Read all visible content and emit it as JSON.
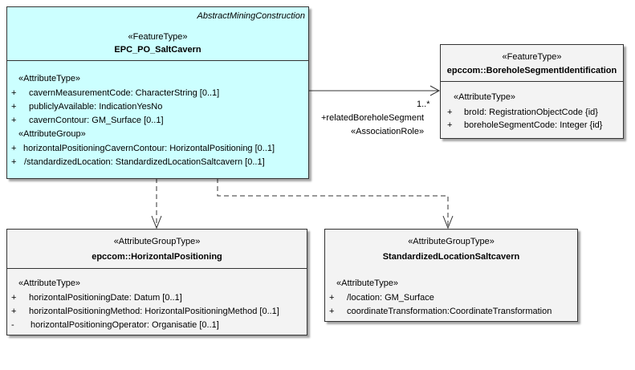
{
  "colors": {
    "main_fill": "#ccffff",
    "side_fill": "#f3f3f3",
    "line": "#333333"
  },
  "classes": {
    "saltcavern": {
      "abstract_name": "AbstractMiningConstruction",
      "stereotype": "«FeatureType»",
      "name": "EPC_PO_SaltCavern",
      "section1_title": "«AttributeType»",
      "attributes1": [
        {
          "vis": "+",
          "text": "cavernMeasurementCode: CharacterString [0..1]"
        },
        {
          "vis": "+",
          "text": "publiclyAvailable: IndicationYesNo"
        },
        {
          "vis": "+",
          "text": "cavernContour: GM_Surface [0..1]"
        }
      ],
      "section2_title": "«AttributeGroup»",
      "attributes2": [
        {
          "vis": "+",
          "text": "horizontalPositioningCavernContour: HorizontalPositioning [0..1]"
        },
        {
          "vis": "+",
          "text": "/standardizedLocation: StandardizedLocationSaltcavern [0..1]"
        }
      ]
    },
    "borehole": {
      "stereotype": "«FeatureType»",
      "name": "epccom::BoreholeSegmentIdentification",
      "section_title": "«AttributeType»",
      "attributes": [
        {
          "vis": "+",
          "text": "broId: RegistrationObjectCode {id}"
        },
        {
          "vis": "+",
          "text": "boreholeSegmentCode: Integer {id}"
        }
      ]
    },
    "horizontal": {
      "stereotype": "«AttributeGroupType»",
      "name": "epccom::HorizontalPositioning",
      "section_title": "«AttributeType»",
      "attributes": [
        {
          "vis": "+",
          "text": "horizontalPositioningDate: Datum [0..1]"
        },
        {
          "vis": "+",
          "text": "horizontalPositioningMethod: HorizontalPositioningMethod [0..1]"
        },
        {
          "vis": "-",
          "text": "horizontalPositioningOperator: Organisatie [0..1]"
        }
      ]
    },
    "standardized": {
      "stereotype": "«AttributeGroupType»",
      "name": "StandardizedLocationSaltcavern",
      "section_title": "«AttributeType»",
      "attributes": [
        {
          "vis": "+",
          "text": "/location: GM_Surface"
        },
        {
          "vis": "+",
          "text": "coordinateTransformation:CoordinateTransformation"
        }
      ]
    }
  },
  "association": {
    "multiplicity": "1..*",
    "role": "+relatedBoreholeSegment",
    "stereotype": "«AssociationRole»"
  }
}
